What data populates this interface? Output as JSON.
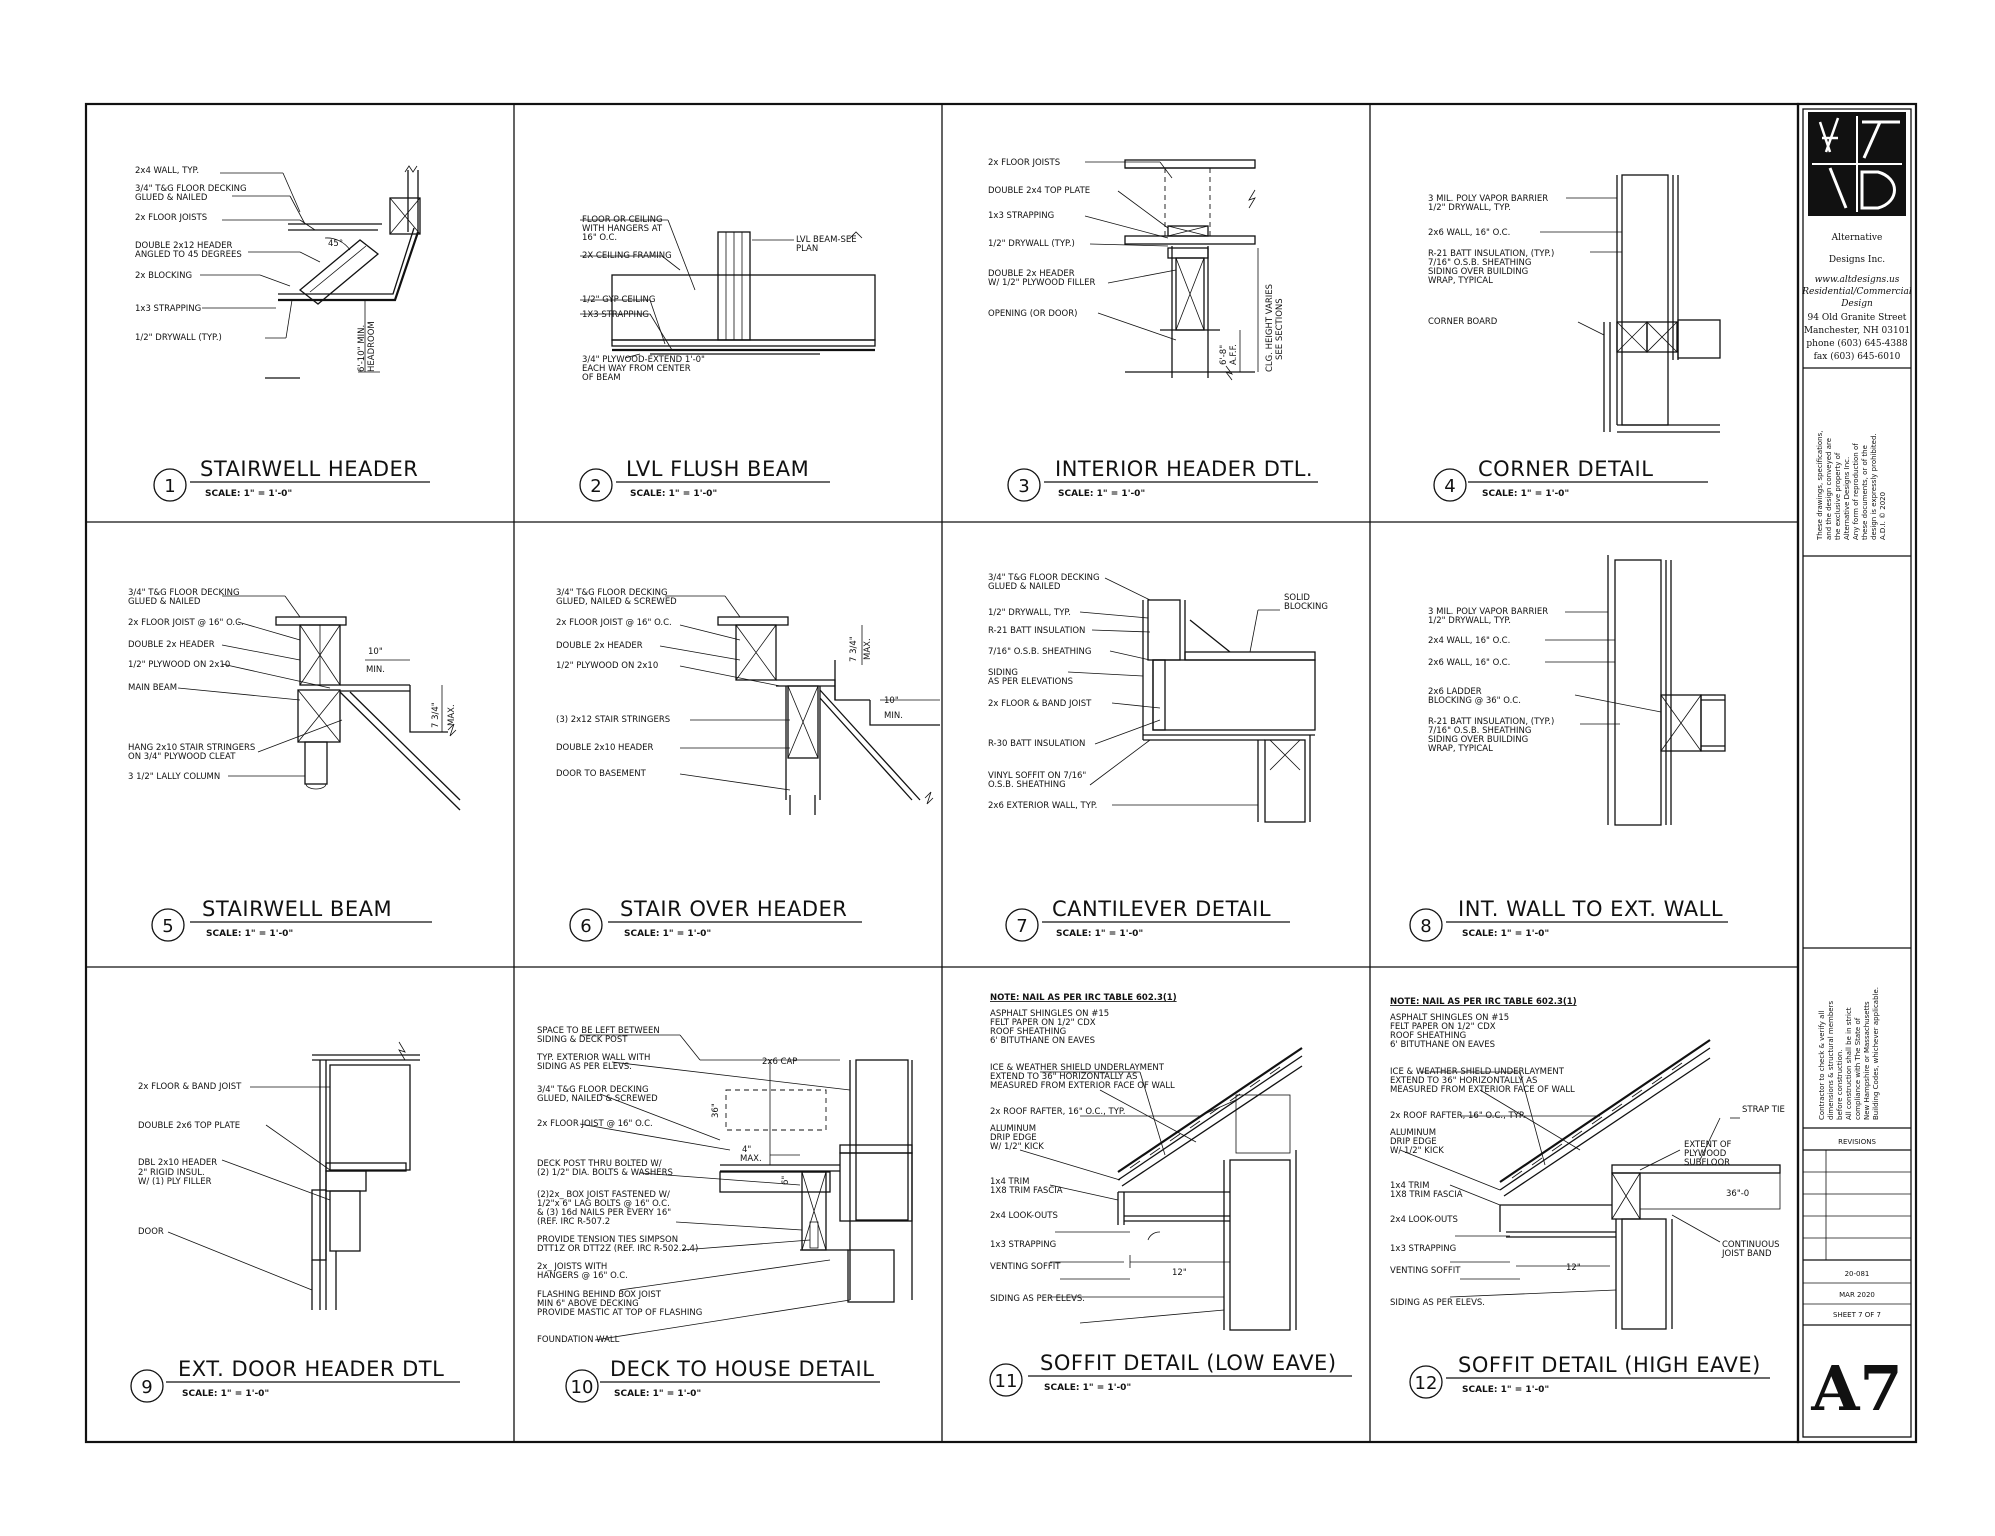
{
  "details": [
    {
      "num": "1",
      "title": "STAIRWELL HEADER",
      "scale": "SCALE: 1\" = 1'-0\"",
      "labels": [
        "2x4 WALL, TYP.",
        "3/4\" T&G FLOOR DECKING",
        "GLUED & NAILED",
        "2x FLOOR JOISTS",
        "DOUBLE 2x12 HEADER",
        "ANGLED TO 45 DEGREES",
        "2x BLOCKING",
        "1x3 STRAPPING",
        "1/2\" DRYWALL (TYP.)",
        "45°",
        "6'-10\" MIN.",
        "HEADROOM"
      ]
    },
    {
      "num": "2",
      "title": "LVL FLUSH BEAM",
      "scale": "SCALE: 1\" = 1'-0\"",
      "labels": [
        "FLOOR OR CEILING",
        "WITH HANGERS AT",
        "16\" O.C.",
        "2X CEILING FRAMING",
        "1/2\" GYP CEILING",
        "1X3 STRAPPING",
        "3/4\" PLYWOOD-EXTEND 1'-0\"",
        "EACH WAY FROM CENTER",
        "OF BEAM",
        "LVL BEAM-SEE",
        "PLAN"
      ]
    },
    {
      "num": "3",
      "title": "INTERIOR HEADER DTL.",
      "scale": "SCALE: 1\" = 1'-0\"",
      "labels": [
        "2x FLOOR JOISTS",
        "DOUBLE 2x4 TOP PLATE",
        "1x3 STRAPPING",
        "1/2\" DRYWALL (TYP.)",
        "DOUBLE 2x HEADER",
        "W/ 1/2\" PLYWOOD FILLER",
        "OPENING (OR DOOR)",
        "6'-8\"",
        "A.F.F.",
        "CLG. HEIGHT VARIES",
        "SEE SECTIONS"
      ]
    },
    {
      "num": "4",
      "title": "CORNER DETAIL",
      "scale": "SCALE: 1\" = 1'-0\"",
      "labels": [
        "3 MIL. POLY VAPOR BARRIER",
        "1/2\" DRYWALL, TYP.",
        "2x6 WALL, 16\" O.C.",
        "R-21 BATT INSULATION, (TYP.)",
        "7/16\" O.S.B. SHEATHING",
        "SIDING OVER BUILDING",
        "WRAP, TYPICAL",
        "CORNER BOARD"
      ]
    },
    {
      "num": "5",
      "title": "STAIRWELL BEAM",
      "scale": "SCALE: 1\" = 1'-0\"",
      "labels": [
        "3/4\" T&G FLOOR DECKING",
        "GLUED & NAILED",
        "2x FLOOR JOIST @ 16\" O.C.",
        "DOUBLE 2x HEADER",
        "1/2\" PLYWOOD ON 2x10",
        "MAIN BEAM",
        "HANG 2x10 STAIR STRINGERS",
        "ON 3/4\" PLYWOOD CLEAT",
        "3 1/2\" LALLY COLUMN",
        "10\"",
        "MIN.",
        "7 3/4\"",
        "MAX."
      ]
    },
    {
      "num": "6",
      "title": "STAIR OVER HEADER",
      "scale": "SCALE: 1\" = 1'-0\"",
      "labels": [
        "3/4\" T&G FLOOR DECKING",
        "GLUED, NAILED & SCREWED",
        "2x FLOOR JOIST @ 16\" O.C.",
        "DOUBLE 2x HEADER",
        "1/2\" PLYWOOD ON 2x10",
        "(3) 2x12 STAIR STRINGERS",
        "DOUBLE 2x10 HEADER",
        "DOOR TO BASEMENT",
        "7 3/4\"",
        "MAX.",
        "10\"",
        "MIN."
      ]
    },
    {
      "num": "7",
      "title": "CANTILEVER DETAIL",
      "scale": "SCALE: 1\" = 1'-0\"",
      "labels": [
        "3/4\" T&G FLOOR DECKING",
        "GLUED & NAILED",
        "1/2\" DRYWALL, TYP.",
        "R-21 BATT INSULATION",
        "7/16\" O.S.B. SHEATHING",
        "SIDING",
        "AS PER ELEVATIONS",
        "2x FLOOR & BAND JOIST",
        "R-30 BATT INSULATION",
        "VINYL SOFFIT ON 7/16\"",
        "O.S.B. SHEATHING",
        "2x6 EXTERIOR WALL, TYP.",
        "SOLID",
        "BLOCKING"
      ]
    },
    {
      "num": "8",
      "title": "INT. WALL TO EXT. WALL",
      "scale": "SCALE: 1\" = 1'-0\"",
      "labels": [
        "3 MIL. POLY VAPOR BARRIER",
        "1/2\" DRYWALL, TYP.",
        "2x4 WALL, 16\" O.C.",
        "2x6 WALL, 16\" O.C.",
        "2x6 LADDER",
        "BLOCKING @ 36\" O.C.",
        "R-21 BATT INSULATION, (TYP.)",
        "7/16\" O.S.B. SHEATHING",
        "SIDING OVER BUILDING",
        "WRAP, TYPICAL"
      ]
    },
    {
      "num": "9",
      "title": "EXT. DOOR HEADER DTL",
      "scale": "SCALE: 1\" = 1'-0\"",
      "labels": [
        "2x FLOOR & BAND JOIST",
        "DOUBLE 2x6 TOP PLATE",
        "DBL 2x10 HEADER",
        "2\" RIGID INSUL.",
        "W/ (1) PLY FILLER",
        "DOOR"
      ]
    },
    {
      "num": "10",
      "title": "DECK TO HOUSE DETAIL",
      "scale": "SCALE: 1\" = 1'-0\"",
      "labels": [
        "SPACE TO BE LEFT BETWEEN",
        "SIDING & DECK POST",
        "TYP. EXTERIOR WALL WITH",
        "SIDING AS PER ELEVS.",
        "3/4\" T&G FLOOR DECKING",
        "GLUED, NAILED & SCREWED",
        "2x FLOOR JOIST @ 16\" O.C.",
        "DECK POST THRU BOLTED W/",
        "(2) 1/2\" DIA. BOLTS & WASHERS",
        "(2)2x_ BOX JOIST FASTENED W/",
        "1/2\"x 6\" LAG BOLTS @ 16\" O.C.",
        "& (3) 16d NAILS PER EVERY 16\"",
        "(REF. IRC R-507.2",
        "PROVIDE TENSION TIES SIMPSON",
        "DTT1Z OR DTT2Z (REF. IRC R-502.2.4)",
        "2x_ JOISTS WITH",
        "HANGERS @ 16\" O.C.",
        "FLASHING BEHIND BOX JOIST",
        "MIN 6\" ABOVE DECKING",
        "PROVIDE MASTIC AT TOP OF FLASHING",
        "FOUNDATION WALL",
        "2x6 CAP",
        "36\"",
        "4\"",
        "MAX.",
        "6\""
      ]
    },
    {
      "num": "11",
      "title": "SOFFIT DETAIL (LOW EAVE)",
      "scale": "SCALE: 1\" = 1'-0\"",
      "labels": [
        "NOTE: NAIL AS PER IRC TABLE 602.3(1)",
        "ASPHALT SHINGLES ON #15",
        "FELT PAPER ON 1/2\" CDX",
        "ROOF SHEATHING",
        "6' BITUTHANE ON EAVES",
        "ICE & WEATHER SHIELD UNDERLAYMENT",
        "EXTEND TO 36\" HORIZONTALLY AS",
        "MEASURED FROM EXTERIOR FACE OF WALL",
        "2x ROOF RAFTER, 16\" O.C., TYP.",
        "ALUMINUM",
        "DRIP EDGE",
        "W/ 1/2\" KICK",
        "1x4 TRIM",
        "1X8 TRIM FASCIA",
        "2x4 LOOK-OUTS",
        "1x3 STRAPPING",
        "VENTING SOFFIT",
        "SIDING AS PER ELEVS.",
        "12\""
      ]
    },
    {
      "num": "12",
      "title": "SOFFIT DETAIL (HIGH EAVE)",
      "scale": "SCALE: 1\" = 1'-0\"",
      "labels": [
        "NOTE: NAIL AS PER IRC TABLE 602.3(1)",
        "ASPHALT SHINGLES ON #15",
        "FELT PAPER ON 1/2\" CDX",
        "ROOF SHEATHING",
        "6' BITUTHANE ON EAVES",
        "ICE & WEATHER SHIELD UNDERLAYMENT",
        "EXTEND TO 36\" HORIZONTALLY AS",
        "MEASURED FROM EXTERIOR FACE OF WALL",
        "2x ROOF RAFTER, 16\" O.C., TYP.",
        "ALUMINUM",
        "DRIP EDGE",
        "W/ 1/2\" KICK",
        "1x4 TRIM",
        "1X8 TRIM FASCIA",
        "2x4 LOOK-OUTS",
        "1x3 STRAPPING",
        "VENTING SOFFIT",
        "SIDING AS PER ELEVS.",
        "STRAP TIE",
        "EXTENT OF",
        "PLYWOOD",
        "SUBFLOOR",
        "CONTINUOUS",
        "JOIST BAND",
        "12\"",
        "36\"-0"
      ]
    }
  ],
  "title_block": {
    "company_line1": "Alternative",
    "company_line2": "Designs Inc.",
    "website": "www.altdesigns.us",
    "services1": "Residential/Commercial",
    "services2": "Design",
    "address1": "94 Old Granite Street",
    "address2": "Manchester, NH 03101",
    "phone": "phone (603) 645-4388",
    "fax": "fax (603) 645-6010",
    "copyright_lines": [
      "These drawings, specifications,",
      "and the design conveyed are",
      "the exclusive property of",
      "Alternative Designs Inc.",
      "Any form of reproduction of",
      "these documents, or of the",
      "design is expressly prohibited.",
      "A.D.I. © 2020"
    ],
    "contractor_lines": [
      "Contractor to check & verify all",
      "dimensions & structural members",
      "before construction.",
      "All construction shall be in strict",
      "compliance with The State of",
      "New Hampshire or Massachusetts",
      "Building Codes, whichever applicable."
    ],
    "revisions_label": "REVISIONS",
    "project_no": "20-081",
    "date": "MAR 2020",
    "sheet": "SHEET 7 OF 7",
    "sheet_id": "A7"
  }
}
